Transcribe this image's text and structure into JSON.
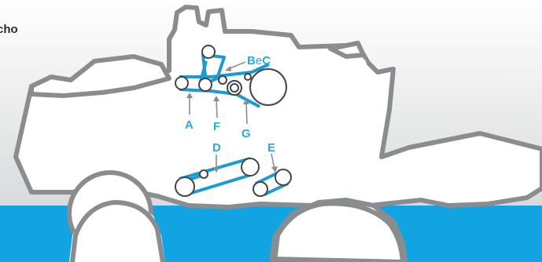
{
  "header": {
    "partial_label": "cho"
  },
  "diagram": {
    "labels": {
      "bec": "BeC",
      "a": "A",
      "f": "F",
      "g": "G",
      "d": "D",
      "e": "E"
    },
    "colors": {
      "belt": "#1b9ad6",
      "label": "#27a9e1",
      "outline": "#8a8d8f",
      "machine_fill": "#ffffff",
      "background_top": "#ffffff",
      "background_bottom": "#d9dadb",
      "ground": "#12a3e3",
      "pulley_stroke": "#444444"
    }
  }
}
